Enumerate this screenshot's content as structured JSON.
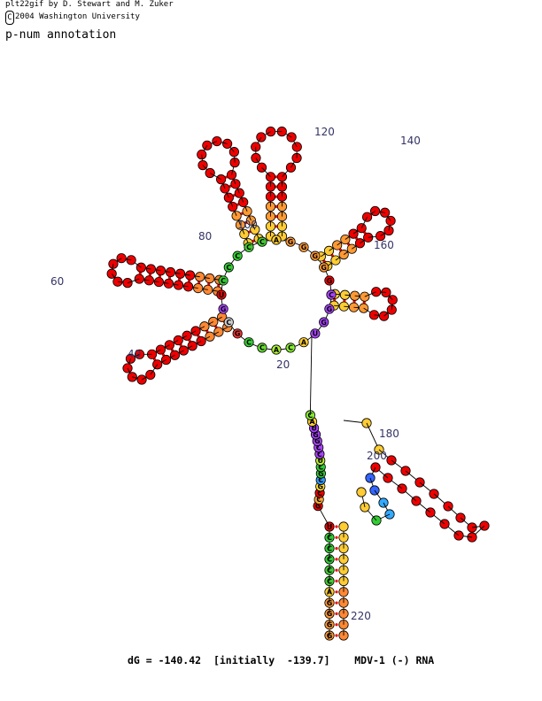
{
  "header": {
    "credit": "plt22gif by D. Stewart and M. Zuker",
    "copyright_symbol": "C",
    "copyright": "2004 Washington University",
    "annotation": "p-num annotation"
  },
  "footer": {
    "dg_label": "dG = -140.42",
    "initial": "[initially  -139.7]",
    "title": "MDV-1 (-) RNA"
  },
  "position_labels": [
    "20",
    "40",
    "60",
    "80",
    "100",
    "120",
    "140",
    "160",
    "180",
    "200",
    "220"
  ],
  "nucleotides": [
    {
      "b": "U",
      "c": "#ee0000"
    },
    {
      "b": "C",
      "c": "#33cc33"
    },
    {
      "b": "C",
      "c": "#33cc33"
    },
    {
      "b": "C",
      "c": "#33cc33"
    },
    {
      "b": "C",
      "c": "#44cc33"
    },
    {
      "b": "C",
      "c": "#44cc33"
    },
    {
      "b": "A",
      "c": "#ffcc33"
    },
    {
      "b": "G",
      "c": "#ff9933"
    },
    {
      "b": "G",
      "c": "#ff9933"
    },
    {
      "b": "G",
      "c": "#ff9933"
    },
    {
      "b": "G",
      "c": "#ff9933"
    },
    {
      "b": "G",
      "c": "#ee0000"
    },
    {
      "b": "C",
      "c": "#ffaa33"
    },
    {
      "b": "C",
      "c": "#ee0000"
    },
    {
      "b": "G",
      "c": "#ffdd33"
    },
    {
      "b": "C",
      "c": "#3399ff"
    },
    {
      "b": "G",
      "c": "#33cc33"
    },
    {
      "b": "C",
      "c": "#33cc33"
    },
    {
      "b": "U",
      "c": "#bbee33"
    },
    {
      "b": "C",
      "c": "#aa44ff"
    },
    {
      "b": "C",
      "c": "#aa44ff"
    },
    {
      "b": "G",
      "c": "#aa44ff"
    },
    {
      "b": "G",
      "c": "#aa44ff"
    },
    {
      "b": "U",
      "c": "#aa44ff"
    },
    {
      "b": "A",
      "c": "#ffcc33"
    },
    {
      "b": "C",
      "c": "#88ee33"
    },
    {
      "b": "A",
      "c": "#aaee33"
    },
    {
      "b": "C",
      "c": "#66dd33"
    },
    {
      "b": "C",
      "c": "#33cc33"
    },
    {
      "b": "G",
      "c": "#ee3333"
    },
    {
      "b": "C",
      "c": "#cccccc"
    },
    {
      "b": "G",
      "c": "#aa44ff"
    }
  ]
}
